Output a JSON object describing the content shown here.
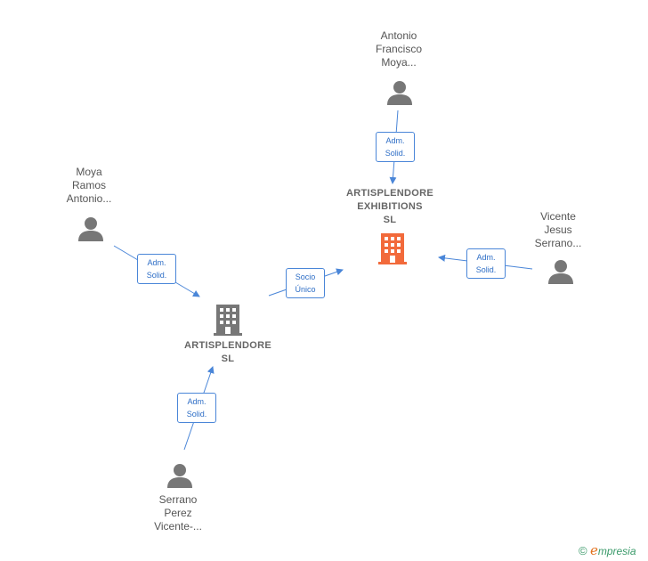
{
  "nodes": {
    "main_company": {
      "lines": [
        "ARTISPLENDORE",
        "EXHIBITIONS",
        "SL"
      ],
      "color": "#f26a3b"
    },
    "sub_company": {
      "lines": [
        "ARTISPLENDORE",
        "SL"
      ],
      "color": "#777777"
    },
    "person_top": {
      "lines": [
        "Antonio",
        "Francisco",
        "Moya..."
      ]
    },
    "person_left": {
      "lines": [
        "Moya",
        "Ramos",
        "Antonio..."
      ]
    },
    "person_right": {
      "lines": [
        "Vicente",
        "Jesus",
        "Serrano..."
      ]
    },
    "person_bottom": {
      "lines": [
        "Serrano",
        "Perez",
        "Vicente-..."
      ]
    }
  },
  "edges": {
    "top_to_main": [
      "Adm.",
      "Solid."
    ],
    "left_to_sub": [
      "Adm.",
      "Solid."
    ],
    "sub_to_main": [
      "Socio",
      "Único"
    ],
    "right_to_main": [
      "Adm.",
      "Solid."
    ],
    "bottom_to_sub": [
      "Adm.",
      "Solid."
    ]
  },
  "colors": {
    "edge": "#4a86d8",
    "person_icon": "#777777"
  },
  "brand": {
    "symbol": "©",
    "initial": "e",
    "rest": "mpresia"
  }
}
